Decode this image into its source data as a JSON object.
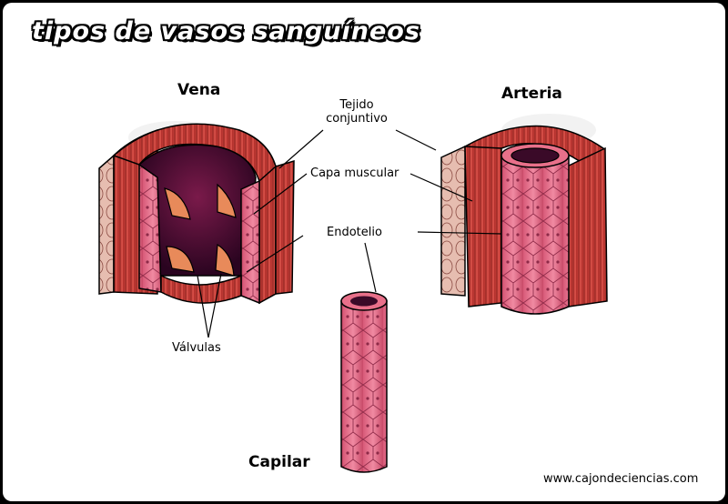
{
  "title": "tipos de vasos sanguíneos",
  "labels": {
    "vena": "Vena",
    "arteria": "Arteria",
    "capilar": "Capilar",
    "tejido_line1": "Tejido",
    "tejido_line2": "conjuntivo",
    "capa_muscular": "Capa muscular",
    "endotelio": "Endotelio",
    "valvulas": "Válvulas"
  },
  "watermark": "www.cajondeciencias.com",
  "colors": {
    "muscle": "#c8403a",
    "muscle_dark": "#8e2420",
    "endothelium": "#e8708a",
    "lumen": "#3a0a28",
    "connective": "#e3b6a8",
    "valve": "#e88a5a"
  }
}
